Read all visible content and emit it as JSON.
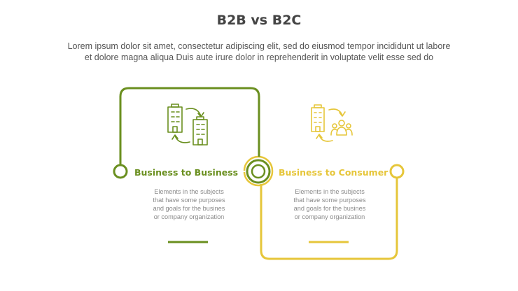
{
  "title": "B2B vs B2C",
  "subtitle_line1": "Lorem ipsum dolor sit amet, consectetur adipiscing elit, sed do eiusmod tempor incididunt ut labore",
  "subtitle_line2": "et dolore magna aliqua Duis aute irure dolor in reprehenderit in voluptate velit esse sed do",
  "colors": {
    "b2b": "#6a8f1f",
    "b2c": "#e6c63a",
    "title": "#444444",
    "text": "#555555",
    "desc": "#8a8a8a"
  },
  "b2b": {
    "icon": "buildings-exchange-icon",
    "heading": "Business to Business",
    "desc": [
      "Elements in the subjects",
      "that have some purposes",
      "and goals for the  busines",
      "or company organization"
    ]
  },
  "b2c": {
    "icon": "building-to-people-icon",
    "heading": "Business to Consumer",
    "desc": [
      "Elements in the subjects",
      "that have some purposes",
      "and goals for the  busines",
      "or company organization"
    ]
  }
}
